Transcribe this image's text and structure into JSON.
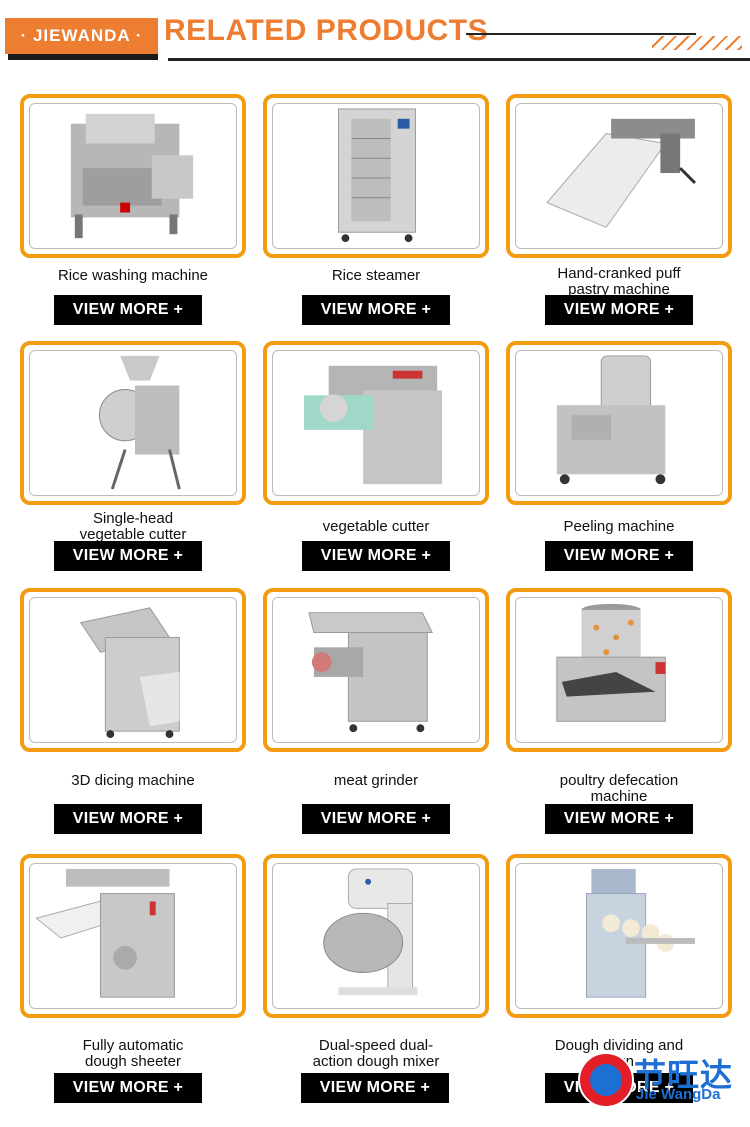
{
  "header": {
    "brand": "· JIEWANDA ·",
    "title": "RELATED PRODUCTS"
  },
  "colors": {
    "accent": "#ed7d31",
    "frame": "#f39c12",
    "button_bg": "#000000",
    "logo_blue": "#1d6fd3",
    "logo_red": "#e41e26"
  },
  "products": [
    {
      "name_lines": [
        "Rice washing machine"
      ],
      "button": "VIEW MORE +",
      "image_icon": "rice-washing-machine-image"
    },
    {
      "name_lines": [
        "Rice steamer"
      ],
      "button": "VIEW MORE +",
      "image_icon": "rice-steamer-image"
    },
    {
      "name_lines": [
        "Hand-cranked puff",
        "pastry machine"
      ],
      "button": "VIEW MORE +",
      "image_icon": "pastry-machine-image"
    },
    {
      "name_lines": [
        "Single-head",
        "vegetable cutter"
      ],
      "button": "VIEW MORE +",
      "image_icon": "single-head-cutter-image"
    },
    {
      "name_lines": [
        "vegetable cutter"
      ],
      "button": "VIEW MORE +",
      "image_icon": "vegetable-cutter-image"
    },
    {
      "name_lines": [
        "Peeling machine"
      ],
      "button": "VIEW MORE +",
      "image_icon": "peeling-machine-image"
    },
    {
      "name_lines": [
        "3D dicing machine"
      ],
      "button": "VIEW MORE +",
      "image_icon": "dicing-machine-image"
    },
    {
      "name_lines": [
        "meat grinder"
      ],
      "button": "VIEW MORE +",
      "image_icon": "meat-grinder-image"
    },
    {
      "name_lines": [
        "poultry defecation",
        "machine"
      ],
      "button": "VIEW MORE +",
      "image_icon": "poultry-machine-image"
    },
    {
      "name_lines": [
        "Fully automatic",
        "dough sheeter"
      ],
      "button": "VIEW MORE +",
      "image_icon": "dough-sheeter-image"
    },
    {
      "name_lines": [
        "Dual-speed dual-",
        "action dough mixer"
      ],
      "button": "VIEW MORE +",
      "image_icon": "dough-mixer-image"
    },
    {
      "name_lines": [
        "Dough dividing and",
        "roun"
      ],
      "button": "VIEW MORE +",
      "image_icon": "dough-divider-image"
    }
  ],
  "watermark": {
    "cn": "节旺达",
    "en": "Jie WangDa"
  }
}
